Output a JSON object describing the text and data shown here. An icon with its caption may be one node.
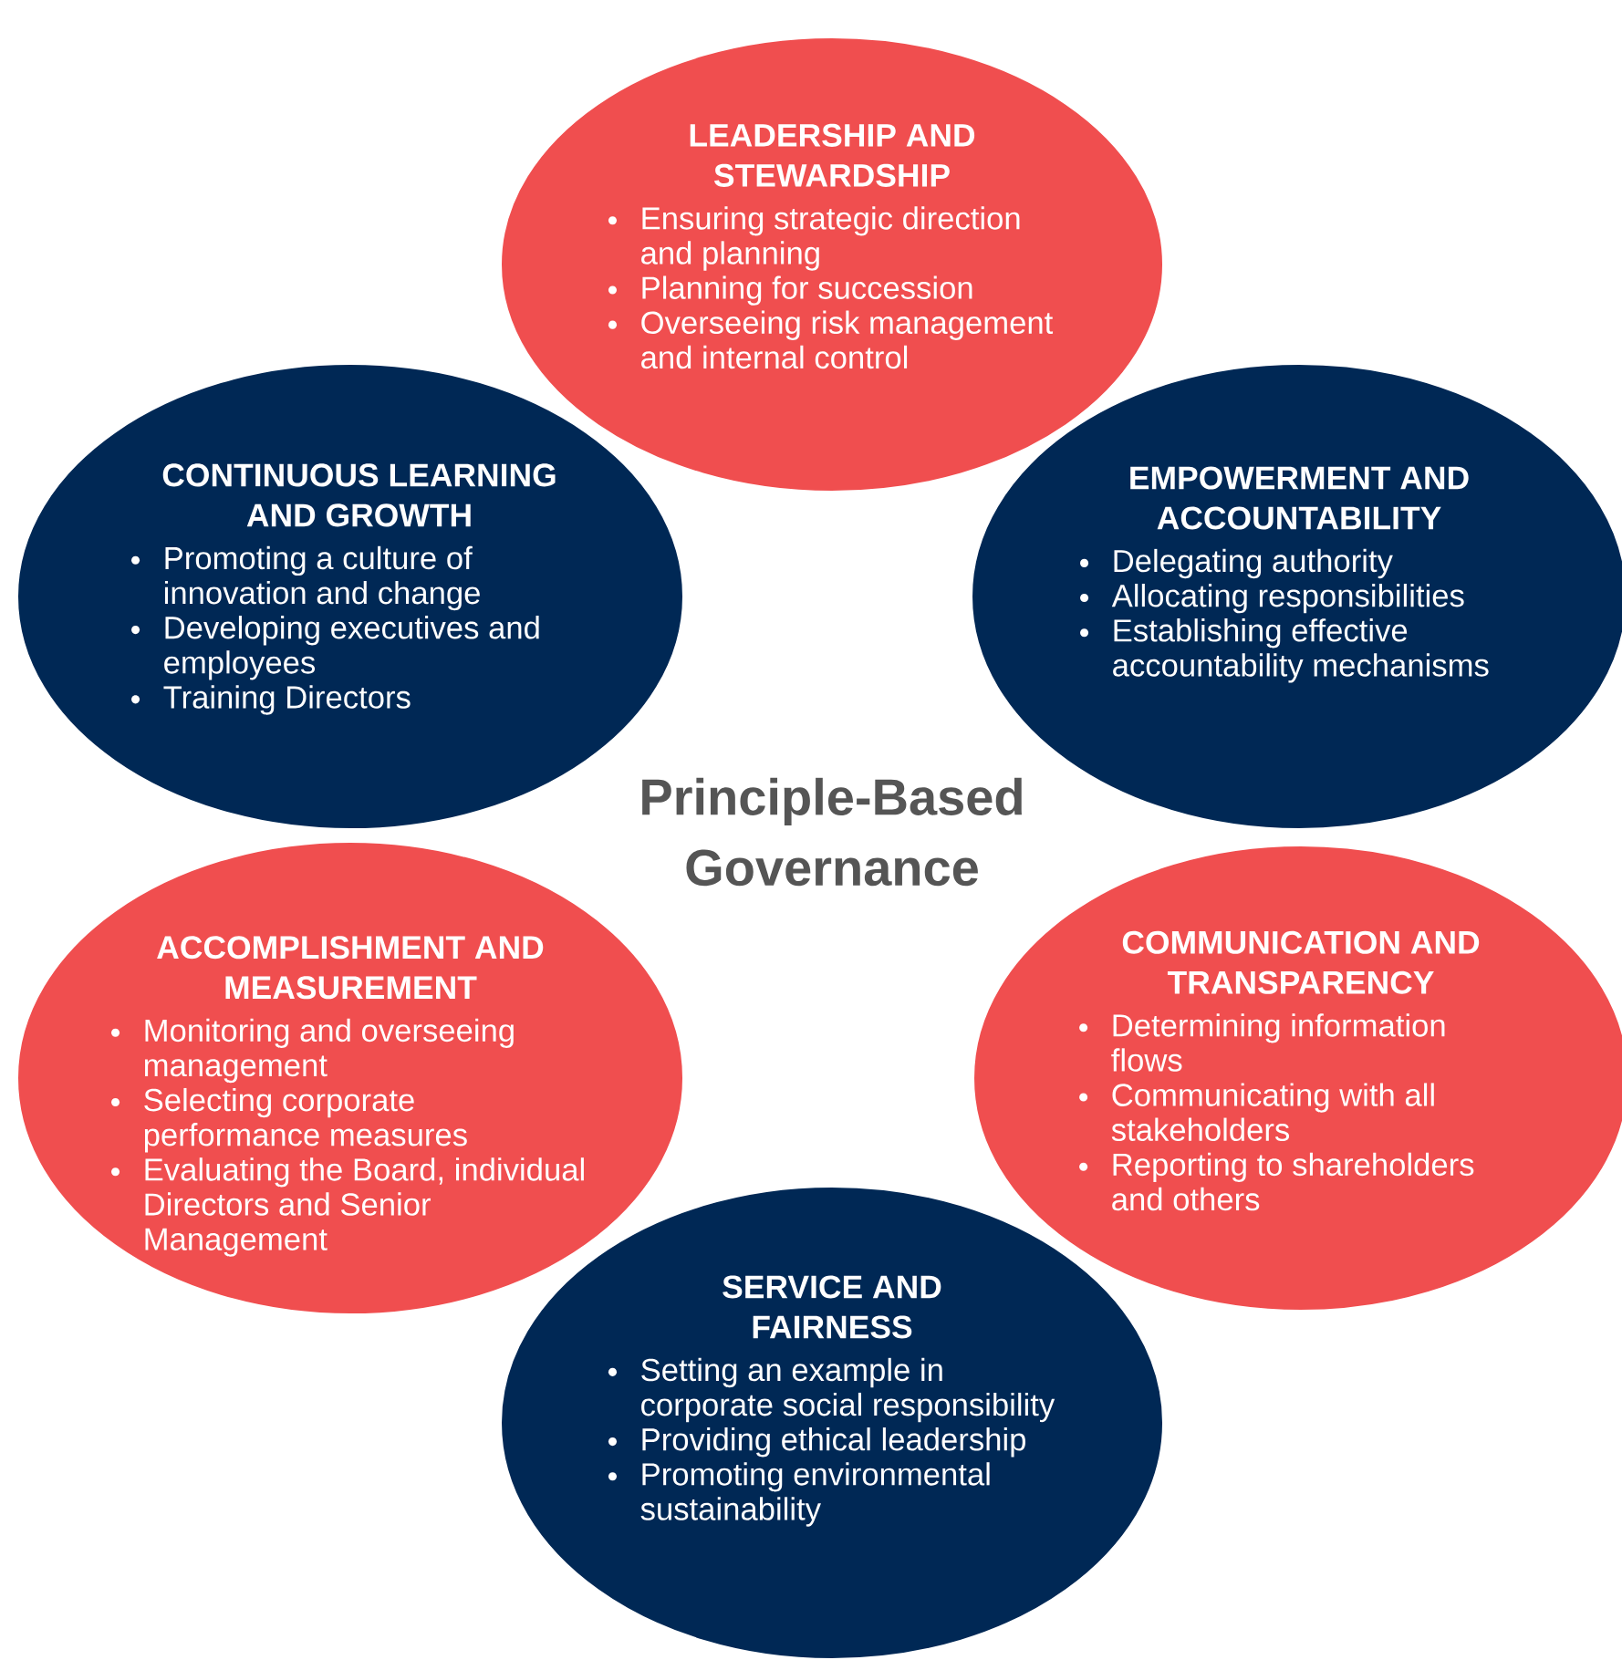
{
  "diagram": {
    "title": "Principle-Based Governance",
    "nodes": [
      {
        "text": [
          "LEADERSHIP AND STEWARDSHIP",
          "Ensuring strategic direction and planning",
          "Planning for succession",
          "Overseeing risk management and internal control"
        ]
      },
      {
        "text": [
          "CONTINUOUS LEARNING AND GROWTH",
          "Promoting a culture of innovation and change",
          "Developing executives and employees",
          "Training Directors"
        ]
      },
      {
        "text": [
          "EMPOWERMENT AND ACCOUNTABILITY",
          "Delegating authority",
          "Allocating responsibilities",
          "Establishing effective accountability mechanisms"
        ]
      },
      {
        "text": [
          "ACCOMPLISHMENT AND MEASUREMENT",
          "Monitoring and overseeing management",
          "Selecting corporate performance measures",
          "Evaluating the Board, individual Directors and Senior Management"
        ]
      },
      {
        "text": [
          "COMMUNICATION AND TRANSPARENCY",
          "Determining information flows",
          "Communicating with all stakeholders",
          "Reporting to shareholders and others"
        ]
      },
      {
        "text": [
          "SERVICE AND FAIRNESS",
          "Setting an example in corporate social responsibility",
          "Providing ethical leadership",
          "Promoting environmental sustainability"
        ]
      }
    ]
  }
}
